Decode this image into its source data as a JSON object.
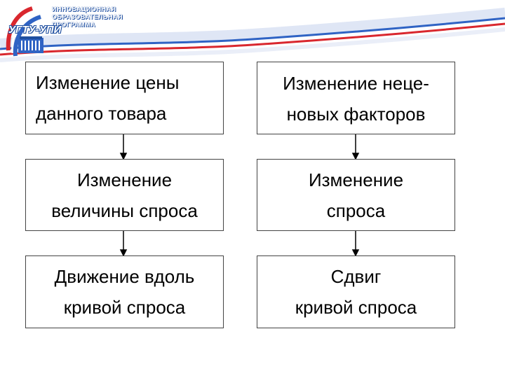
{
  "logo": {
    "line1": "ИННОВАЦИОННАЯ",
    "line2": "ОБРАЗОВАТЕЛЬНАЯ",
    "line3": "ПРОГРАММА",
    "abbr": "УГТУ-УПИ"
  },
  "diagram": {
    "left_column": [
      "Изменение цены\nданного товара",
      "Изменение\nвеличины спроса",
      "Движение вдоль\nкривой спроса"
    ],
    "right_column": [
      "Изменение неце-\nновых факторов",
      "Изменение\nспроса",
      "Сдвиг\nкривой спроса"
    ]
  },
  "colors": {
    "stripe_blue": "#2f63c4",
    "stripe_red": "#d9272e",
    "box_border": "#444444"
  }
}
